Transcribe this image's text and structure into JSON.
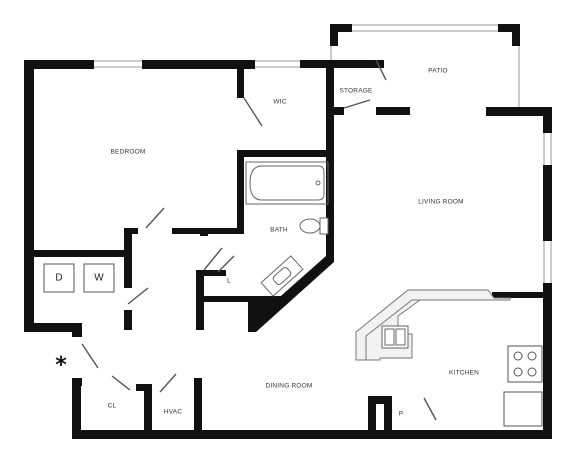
{
  "rooms": {
    "bedroom": "BEDROOM",
    "wic": "WIC",
    "storage": "STORAGE",
    "patio": "PATIO",
    "living_room": "LIVING ROOM",
    "bath": "BATH",
    "laundry": "L",
    "kitchen": "KITCHEN",
    "dining_room": "DINING ROOM",
    "closet": "CL",
    "hvac": "HVAC",
    "pantry": "P"
  },
  "appliances": {
    "dryer": "D",
    "washer": "W"
  },
  "entry_marker": "*",
  "colors": {
    "wall": "#111111",
    "fixture_line": "#666666",
    "fixture_fill": "#e8e8e8",
    "background": "#ffffff"
  }
}
